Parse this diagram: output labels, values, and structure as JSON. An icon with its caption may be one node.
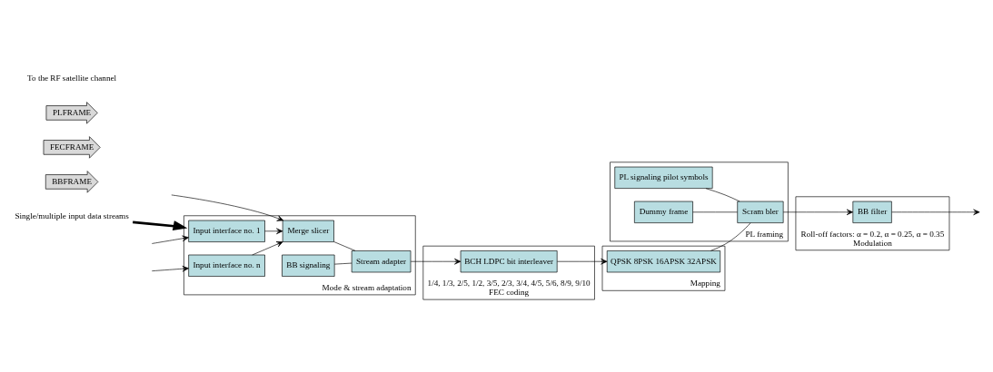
{
  "diagram": {
    "nodes": [
      {
        "text": [
          "Mode & stream adaptation"
        ]
      },
      {
        "text": [
          "Input interface no. 1"
        ],
        "in": 0
      },
      {
        "text": [
          "Input interface no. n"
        ],
        "in": 0
      },
      {
        "text": [
          "Merge slicer"
        ],
        "in": 0
      },
      {
        "text": [
          "BB signaling"
        ],
        "in": 0
      },
      {
        "text": [
          "Stream adapter"
        ],
        "in": 0
      },
      {
        "text": [
          "1/4, 1/3, 2/5, 1/2, 3/5, 2/3, 3/4, 4/5, 5/6, 8/9, 9/10",
          "FEC coding"
        ]
      },
      {
        "text": [
          "BCH LDPC bit interleaver"
        ],
        "in": 6
      },
      {
        "text": [
          "Mapping"
        ]
      },
      {
        "text": [
          "QPSK 8PSK 16APSK 32APSK"
        ],
        "in": 8
      },
      {
        "text": [
          "PL framing"
        ]
      },
      {
        "text": [
          "PL signaling pilot symbols"
        ],
        "in": 10
      },
      {
        "text": [
          "Dummy frame"
        ],
        "in": 10
      },
      {
        "text": [
          "Scram bler"
        ],
        "in": 10
      },
      {
        "text": [
          "Roll-off factors: α = 0.2, α = 0.25, α = 0.35",
          "Modulation"
        ]
      },
      {
        "text": [
          "BB filter"
        ],
        "in": 14
      },
      {
        "text": [
          "Single/multiple input data streams"
        ]
      },
      {
        "text": [
          "BBFRAME"
        ]
      },
      {
        "text": [
          "FECFRAME"
        ]
      },
      {
        "text": [
          "PLFRAME"
        ]
      }
    ],
    "edges": [
      {
        "from": 16,
        "to": 0,
        "arrow": "to",
        "style": "thick"
      },
      {
        "from": null,
        "to": 1,
        "arrow": "to"
      },
      {
        "from": null,
        "to": 3,
        "arrow": "to"
      },
      {
        "from": null,
        "to": 2,
        "arrow": "to"
      },
      {
        "from": 1,
        "to": 3,
        "arrow": "to"
      },
      {
        "from": 2,
        "to": 3,
        "arrow": "to"
      },
      {
        "from": 3,
        "to": 5,
        "arrow": "none"
      },
      {
        "from": 4,
        "to": 5,
        "arrow": "none"
      },
      {
        "from": 5,
        "to": 7,
        "arrow": "to"
      },
      {
        "from": 7,
        "to": 9,
        "arrow": "to"
      },
      {
        "from": 9,
        "to": 13,
        "arrow": "none"
      },
      {
        "from": 11,
        "to": 13,
        "arrow": "none"
      },
      {
        "from": 12,
        "to": 13,
        "arrow": "none"
      },
      {
        "from": 13,
        "to": 15,
        "arrow": "to"
      },
      {
        "from": 15,
        "to": null,
        "arrow": "to"
      }
    ],
    "labels": [
      "To the RF satellite channel"
    ]
  }
}
